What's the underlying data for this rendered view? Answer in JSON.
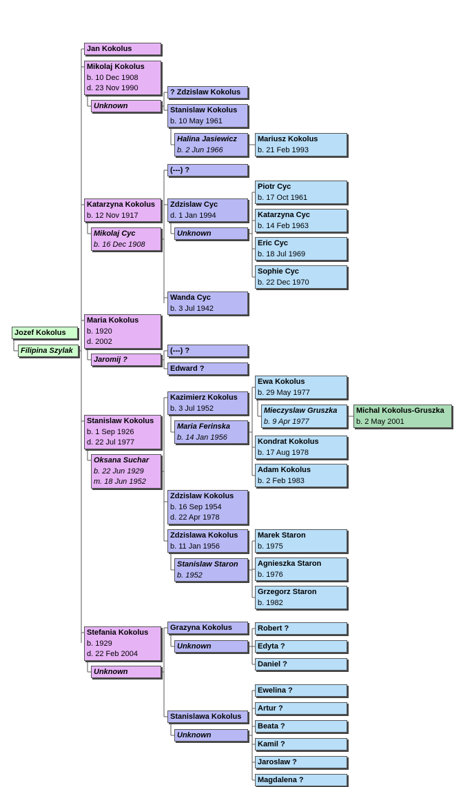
{
  "tree": {
    "people": [
      {
        "id": "jozef",
        "gen": 0,
        "name": "Jozef Kokolus",
        "lines": []
      },
      {
        "id": "filipina",
        "gen": 0,
        "spouse": true,
        "name": "Filipina Szylak",
        "lines": []
      },
      {
        "id": "jan",
        "gen": 1,
        "name": "Jan Kokolus",
        "lines": []
      },
      {
        "id": "mikolaj",
        "gen": 1,
        "name": "Mikolaj Kokolus",
        "lines": [
          "b. 10 Dec 1908",
          "d. 23 Nov 1990"
        ]
      },
      {
        "id": "mik_sp",
        "gen": 1,
        "spouse": true,
        "name": "Unknown",
        "lines": []
      },
      {
        "id": "zdz_q",
        "gen": 2,
        "name": "? Zdzislaw Kokolus",
        "lines": []
      },
      {
        "id": "stan61",
        "gen": 2,
        "name": "Stanislaw Kokolus",
        "lines": [
          "b. 10 May 1961"
        ]
      },
      {
        "id": "halina",
        "gen": 2,
        "spouse": true,
        "name": "Halina Jasiewicz",
        "lines": [
          "b. 2 Jun 1966"
        ]
      },
      {
        "id": "mariusz",
        "gen": 3,
        "name": "Mariusz Kokolus",
        "lines": [
          "b. 21 Feb 1993"
        ]
      },
      {
        "id": "katarzyna",
        "gen": 1,
        "name": "Katarzyna Kokolus",
        "lines": [
          "b. 12 Nov 1917"
        ]
      },
      {
        "id": "mikcyc",
        "gen": 1,
        "spouse": true,
        "name": "Mikolaj Cyc",
        "lines": [
          "b. 16 Dec 1908"
        ]
      },
      {
        "id": "cyc_unk",
        "gen": 2,
        "name": "(---) ?",
        "lines": []
      },
      {
        "id": "zdzcyc",
        "gen": 2,
        "name": "Zdzislaw Cyc",
        "lines": [
          "d. 1 Jan 1994"
        ]
      },
      {
        "id": "zdzcyc_sp",
        "gen": 2,
        "spouse": true,
        "name": "Unknown",
        "lines": []
      },
      {
        "id": "piotr",
        "gen": 3,
        "name": "Piotr Cyc",
        "lines": [
          "b. 17 Oct 1961"
        ]
      },
      {
        "id": "katcyc",
        "gen": 3,
        "name": "Katarzyna Cyc",
        "lines": [
          "b. 14 Feb 1963"
        ]
      },
      {
        "id": "eric",
        "gen": 3,
        "name": "Eric Cyc",
        "lines": [
          "b. 18 Jul 1969"
        ]
      },
      {
        "id": "sophie",
        "gen": 3,
        "name": "Sophie Cyc",
        "lines": [
          "b. 22 Dec 1970"
        ]
      },
      {
        "id": "wanda",
        "gen": 2,
        "name": "Wanda Cyc",
        "lines": [
          "b. 3 Jul 1942"
        ]
      },
      {
        "id": "maria",
        "gen": 1,
        "name": "Maria Kokolus",
        "lines": [
          "b. 1920",
          "d. 2002"
        ]
      },
      {
        "id": "jaromij",
        "gen": 1,
        "spouse": true,
        "name": "Jaromij ?",
        "lines": []
      },
      {
        "id": "maria_unk",
        "gen": 2,
        "name": "(---) ?",
        "lines": []
      },
      {
        "id": "edward",
        "gen": 2,
        "name": "Edward ?",
        "lines": []
      },
      {
        "id": "stan26",
        "gen": 1,
        "name": "Stanislaw Kokolus",
        "lines": [
          "b. 1 Sep 1926",
          "d. 22 Jul 1977"
        ]
      },
      {
        "id": "oksana",
        "gen": 1,
        "spouse": true,
        "name": "Oksana Suchar",
        "lines": [
          "b. 22 Jun 1929",
          "m. 18 Jun 1952"
        ]
      },
      {
        "id": "kazimierz",
        "gen": 2,
        "name": "Kazimierz Kokolus",
        "lines": [
          "b. 3 Jul 1952"
        ]
      },
      {
        "id": "mferinska",
        "gen": 2,
        "spouse": true,
        "name": "Maria Ferinska",
        "lines": [
          "b. 14 Jan 1956"
        ]
      },
      {
        "id": "ewa",
        "gen": 3,
        "name": "Ewa Kokolus",
        "lines": [
          "b. 29 May 1977"
        ]
      },
      {
        "id": "mieczyslaw",
        "gen": 3,
        "spouse": true,
        "name": "Mieczyslaw Gruszka",
        "lines": [
          "b. 9 Apr 1977"
        ]
      },
      {
        "id": "michal",
        "gen": 4,
        "name": "Michal Kokolus-Gruszka",
        "lines": [
          "b. 2 May 2001"
        ]
      },
      {
        "id": "kondrat",
        "gen": 3,
        "name": "Kondrat Kokolus",
        "lines": [
          "b. 17 Aug 1978"
        ]
      },
      {
        "id": "adam",
        "gen": 3,
        "name": "Adam Kokolus",
        "lines": [
          "b. 2 Feb 1983"
        ]
      },
      {
        "id": "zdz54",
        "gen": 2,
        "name": "Zdzislaw Kokolus",
        "lines": [
          "b. 16 Sep 1954",
          "d. 22 Apr 1978"
        ]
      },
      {
        "id": "zdzislawa",
        "gen": 2,
        "name": "Zdzislawa Kokolus",
        "lines": [
          "b. 11 Jan 1956"
        ]
      },
      {
        "id": "stanstaron",
        "gen": 2,
        "spouse": true,
        "name": "Stanislaw Staron",
        "lines": [
          "b. 1952"
        ]
      },
      {
        "id": "marek",
        "gen": 3,
        "name": "Marek Staron",
        "lines": [
          "b. 1975"
        ]
      },
      {
        "id": "agnieszka",
        "gen": 3,
        "name": "Agnieszka Staron",
        "lines": [
          "b. 1976"
        ]
      },
      {
        "id": "grzegorz",
        "gen": 3,
        "name": "Grzegorz Staron",
        "lines": [
          "b. 1982"
        ]
      },
      {
        "id": "stefania",
        "gen": 1,
        "name": "Stefania Kokolus",
        "lines": [
          "b. 1929",
          "d. 22 Feb 2004"
        ]
      },
      {
        "id": "stef_sp",
        "gen": 1,
        "spouse": true,
        "name": "Unknown",
        "lines": []
      },
      {
        "id": "grazyna",
        "gen": 2,
        "name": "Grazyna Kokolus",
        "lines": []
      },
      {
        "id": "graz_sp",
        "gen": 2,
        "spouse": true,
        "name": "Unknown",
        "lines": []
      },
      {
        "id": "robert",
        "gen": 3,
        "name": "Robert ?",
        "lines": []
      },
      {
        "id": "edyta",
        "gen": 3,
        "name": "Edyta ?",
        "lines": []
      },
      {
        "id": "daniel",
        "gen": 3,
        "name": "Daniel ?",
        "lines": []
      },
      {
        "id": "stanislawa",
        "gen": 2,
        "name": "Stanislawa Kokolus",
        "lines": []
      },
      {
        "id": "stla_sp",
        "gen": 2,
        "spouse": true,
        "name": "Unknown",
        "lines": []
      },
      {
        "id": "ewelina",
        "gen": 3,
        "name": "Ewelina ?",
        "lines": []
      },
      {
        "id": "artur",
        "gen": 3,
        "name": "Artur ?",
        "lines": []
      },
      {
        "id": "beata",
        "gen": 3,
        "name": "Beata ?",
        "lines": []
      },
      {
        "id": "kamil",
        "gen": 3,
        "name": "Kamil ?",
        "lines": []
      },
      {
        "id": "jaroslaw",
        "gen": 3,
        "name": "Jaroslaw ?",
        "lines": []
      },
      {
        "id": "magdalena",
        "gen": 3,
        "name": "Magdalena ?",
        "lines": []
      }
    ],
    "colors": {
      "gen0": "#ccffcc",
      "gen1": "#e6b3f5",
      "gen2": "#b8b8f5",
      "gen3": "#b8def8",
      "gen4": "#a9dcb6",
      "line": "#555555"
    }
  }
}
